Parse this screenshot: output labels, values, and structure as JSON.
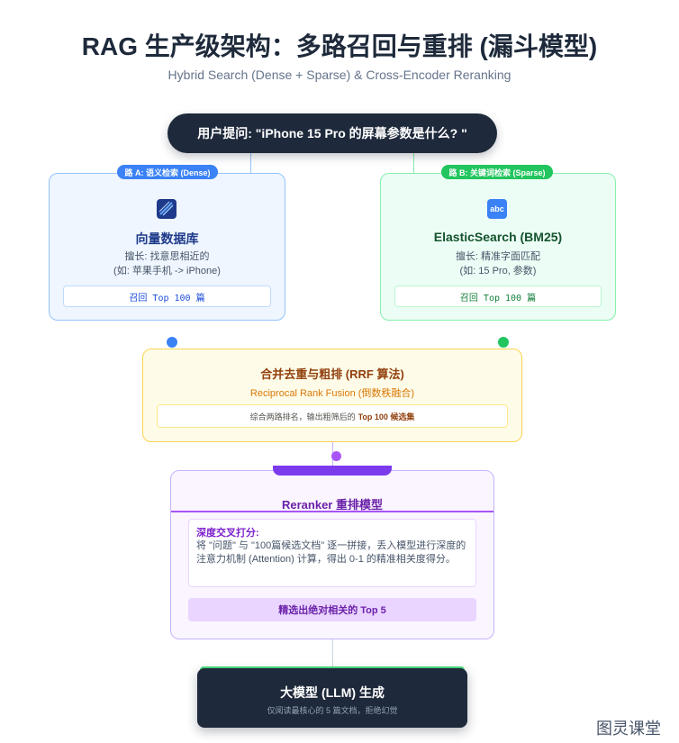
{
  "title": "RAG 生产级架构：多路召回与重排 (漏斗模型)",
  "subtitle": "Hybrid Search (Dense + Sparse) & Cross-Encoder Reranking",
  "question": "用户提问: \"iPhone 15 Pro 的屏幕参数是什么? \"",
  "route_a": {
    "pill": "路 A: 语义检索 (Dense)",
    "icon": "vector-database-icon",
    "title": "向量数据库",
    "desc1": "擅长: 找意思相近的",
    "desc2": "(如: 苹果手机 -> iPhone)",
    "recall": "召回 Top 100 篇",
    "accent": "#3b82f6"
  },
  "route_b": {
    "pill": "路 B: 关键词检索 (Sparse)",
    "icon": "abc-text-icon",
    "icon_text": "abc",
    "title": "ElasticSearch (BM25)",
    "desc1": "擅长: 精准字面匹配",
    "desc2": "(如: 15 Pro, 参数)",
    "recall": "召回 Top 100 篇",
    "accent": "#22c55e"
  },
  "merge": {
    "title": "合并去重与粗排 (RRF 算法)",
    "subtitle": "Reciprocal Rank Fusion (倒数秩融合)",
    "box_text": "综合两路排名，输出粗筛后的",
    "box_strong": "Top 100 候选集",
    "accent": "#f59e0b"
  },
  "rerank": {
    "title": "Reranker 重排模型",
    "deep_title": "深度交叉打分:",
    "deep_text": "将 \"问题\" 与 \"100篇候选文档\" 逐一拼接，丢入模型进行深度的注意力机制 (Attention) 计算，得出 0-1 的精准相关度得分。",
    "top5": "精选出绝对相关的 Top 5",
    "accent": "#a855f7"
  },
  "llm": {
    "title": "大模型 (LLM) 生成",
    "subtitle": "仅阅读最核心的 5 篇文档，拒绝幻觉"
  },
  "watermark": "图灵课堂"
}
